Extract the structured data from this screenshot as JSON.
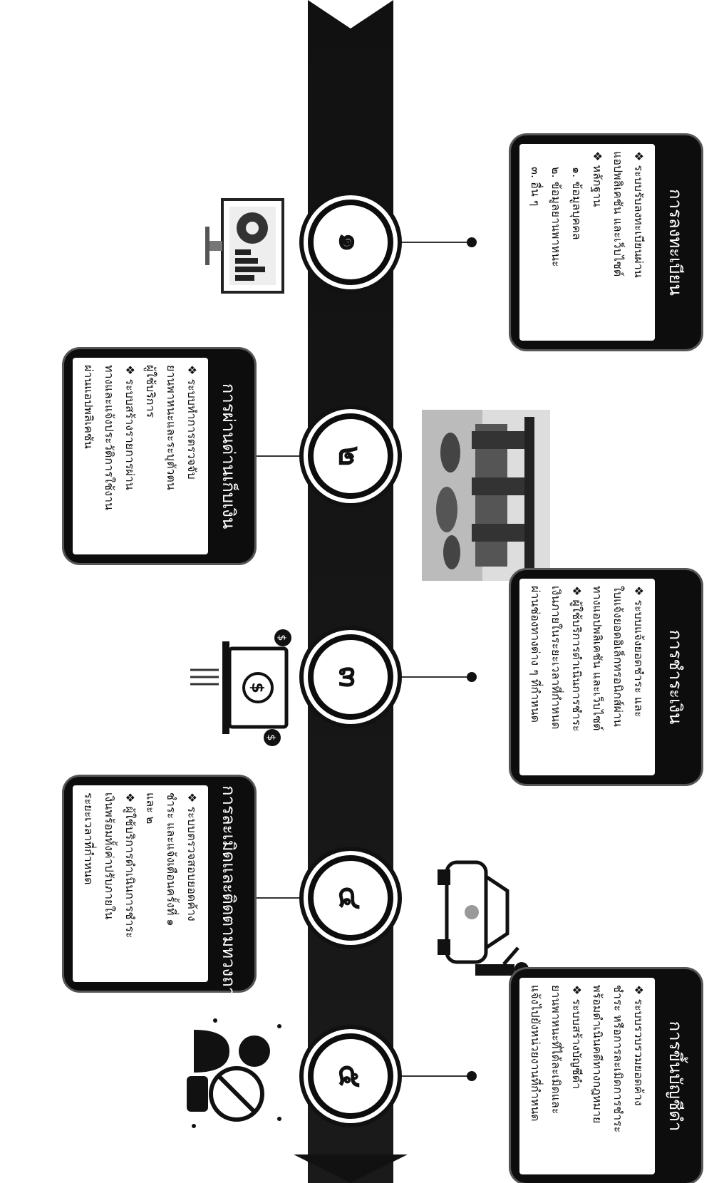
{
  "stages": [
    {
      "number": "๑",
      "title": "การลงทะเบียน",
      "lines": [
        {
          "type": "bullet",
          "text": "ระบบรับลงทะเบียนผ่าน"
        },
        {
          "type": "text",
          "text": "แอปพลิเคชัน และเว็บไซต์"
        },
        {
          "type": "bullet",
          "text": "หลักฐาน"
        },
        {
          "type": "sub",
          "text": "๑. ข้อมูลบุคคล"
        },
        {
          "type": "sub",
          "text": "๒. ข้อมูลยานพาหนะ"
        },
        {
          "type": "sub",
          "text": "๓. อื่น ๆ"
        }
      ],
      "icon": "dashboard-monitor-icon"
    },
    {
      "number": "๒",
      "title": "การผ่านด่านเก็บเงิน",
      "lines": [
        {
          "type": "bullet",
          "text": "ระบบทำการตรวจจับ"
        },
        {
          "type": "text",
          "text": "ยานพาหนะและระบุตัวตน"
        },
        {
          "type": "text",
          "text": "ผู้ใช้บริการ"
        },
        {
          "type": "bullet",
          "text": "ระบบสร้างรายการผ่าน"
        },
        {
          "type": "text",
          "text": "ทางและแจ้งประวัติการใช้งาน"
        },
        {
          "type": "text",
          "text": "ผ่านแอปพลิเคชัน"
        }
      ],
      "icon": "toll-gate-photo-icon"
    },
    {
      "number": "๓",
      "title": "การชำระเงิน",
      "lines": [
        {
          "type": "bullet",
          "text": "ระบบแจ้งยอดชำระ และ"
        },
        {
          "type": "text",
          "text": "ใบแจ้งยอดอิเล็กทรอนิกส์ผ่าน"
        },
        {
          "type": "text",
          "text": "ทางแอปพลิเคชัน และเว็บไซต์"
        },
        {
          "type": "bullet",
          "text": "ผู้ใช้บริการดำเนินการชำระ"
        },
        {
          "type": "text",
          "text": "เงินภายในระยะเวลาที่กำหนด"
        },
        {
          "type": "text",
          "text": "ผ่านช่องทางต่าง ๆ ที่กำหนด"
        }
      ],
      "icon": "online-payment-icon"
    },
    {
      "number": "๔",
      "title": "การละเมิดและติดตามทวงถาม",
      "lines": [
        {
          "type": "bullet",
          "text": "ระบบตรวจสอบยอดค้าง"
        },
        {
          "type": "text",
          "text": "ชำระ และแจ้งเตือนครั้งที่ ๑"
        },
        {
          "type": "text",
          "text": "และ ๒"
        },
        {
          "type": "bullet",
          "text": "ผู้ใช้บริการดำเนินการชำระ"
        },
        {
          "type": "text",
          "text": "เงินพร้อมทั้งค่าปรับภายใน"
        },
        {
          "type": "text",
          "text": "ระยะเวลาที่กำหนด"
        }
      ],
      "icon": "police-stop-car-icon"
    },
    {
      "number": "๕",
      "title": "การขึ้นบัญชีดำ",
      "lines": [
        {
          "type": "bullet",
          "text": "ระบบรวบรวมยอดค้าง"
        },
        {
          "type": "text",
          "text": "ชำระ หรือการละเมิดการชำระ"
        },
        {
          "type": "text",
          "text": "พร้อมดำเนินคดีทางกฎหมาย"
        },
        {
          "type": "bullet",
          "text": "ระบบสร้างบัญชีดำ"
        },
        {
          "type": "text",
          "text": "ยานพาหนะที่ได้ละเมิดและ"
        },
        {
          "type": "text",
          "text": "แจ้งไปยังหน่วยงานที่กำหนด"
        }
      ],
      "icon": "blacklist-person-icon"
    }
  ]
}
